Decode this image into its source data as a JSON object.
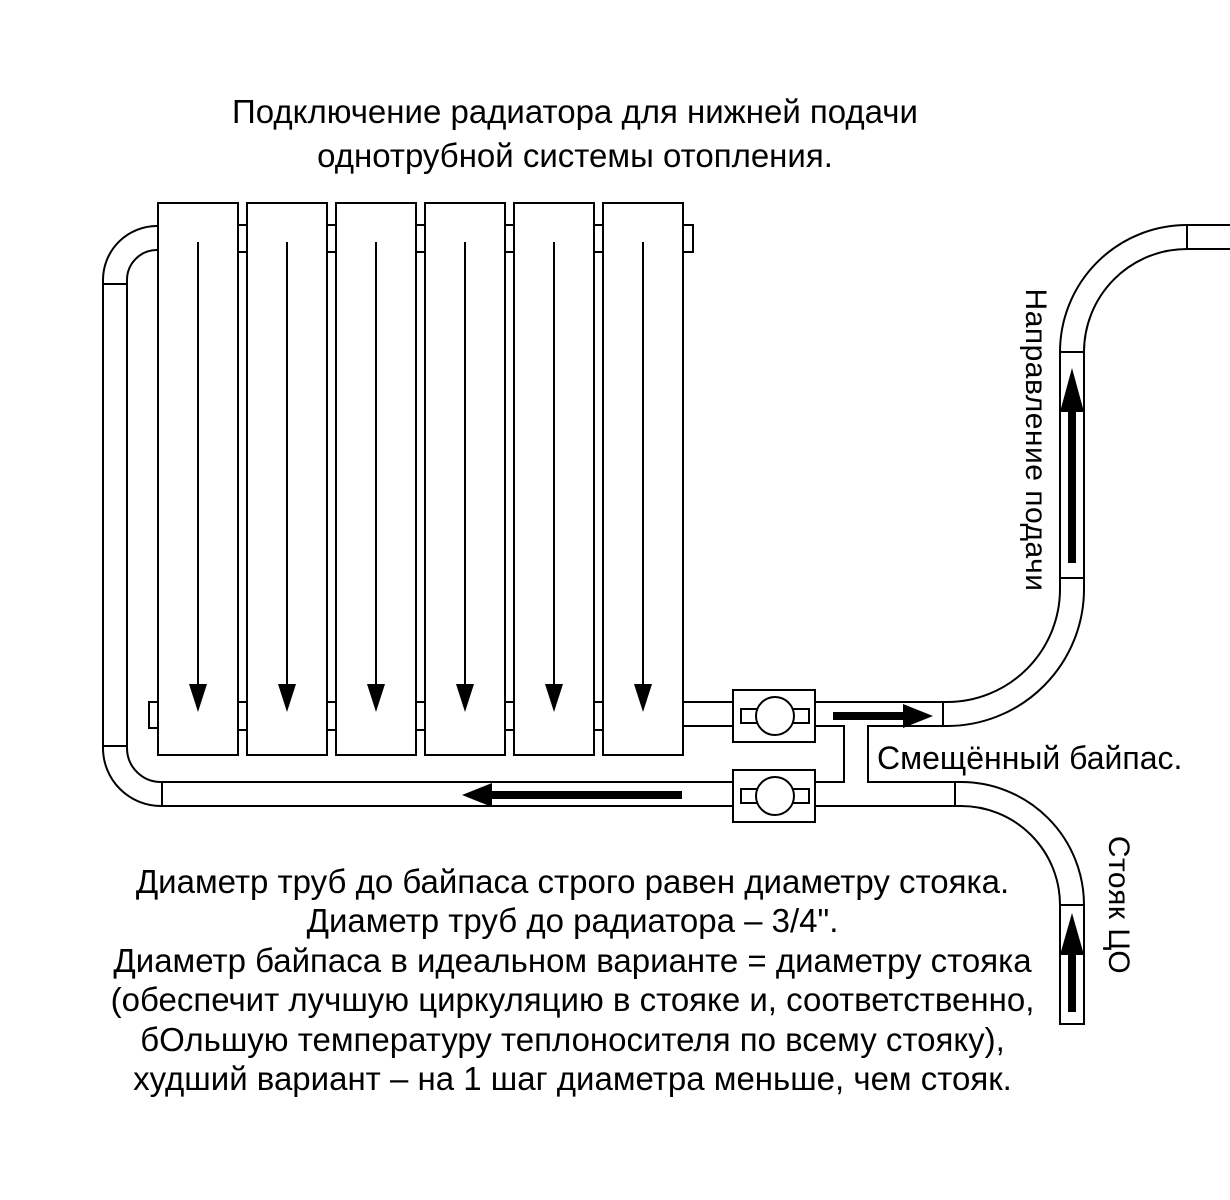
{
  "title": {
    "line1": "Подключение радиатора для нижней подачи",
    "line2": "однотрубной системы отопления."
  },
  "labels": {
    "bypass": "Смещённый байпас.",
    "supply_direction": "Направление подачи",
    "central_riser": "Стояк ЦО"
  },
  "notes": {
    "lines": [
      "Диаметр труб до байпаса строго равен диаметру стояка.",
      "Диаметр труб до радиатора – 3/4\".",
      "Диаметр байпаса в идеальном варианте = диаметру стояка",
      "(обеспечит лучшую циркуляцию в стояке и, соответственно,",
      "бОльшую температуру теплоносителя по всему стояку),",
      "худший вариант – на 1 шаг диаметра меньше, чем стояк."
    ]
  },
  "diagram": {
    "radiator_sections": 6,
    "valve_count": 2,
    "flow_arrows": [
      "down-inside-each-section",
      "left-along-bottom-supply-pipe",
      "right-along-top-return-pipe",
      "up-supply-direction-riser",
      "up-central-heating-riser"
    ],
    "line_color": "#000000",
    "background_color": "#ffffff"
  }
}
